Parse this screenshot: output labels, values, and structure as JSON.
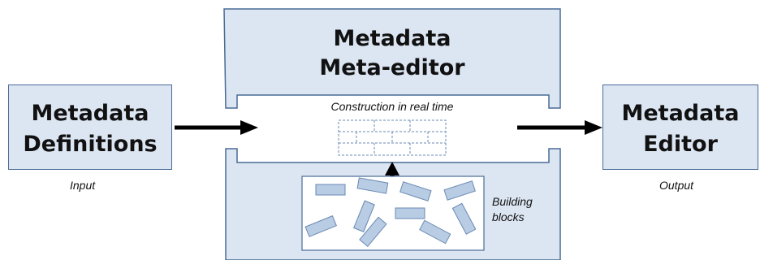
{
  "input": {
    "title_line1": "Metadata",
    "title_line2": "Definitions",
    "caption": "Input"
  },
  "meta_editor": {
    "title_line1": "Metadata",
    "title_line2": "Meta-editor",
    "construction_label": "Construction in real time",
    "blocks_label_line1": "Building",
    "blocks_label_line2": "blocks"
  },
  "output": {
    "title_line1": "Metadata",
    "title_line2": "Editor",
    "caption": "Output"
  },
  "colors": {
    "box_fill": "#dce6f2",
    "box_border": "#4a6b96",
    "block_fill": "#b8cce4",
    "arrow": "#000000"
  }
}
